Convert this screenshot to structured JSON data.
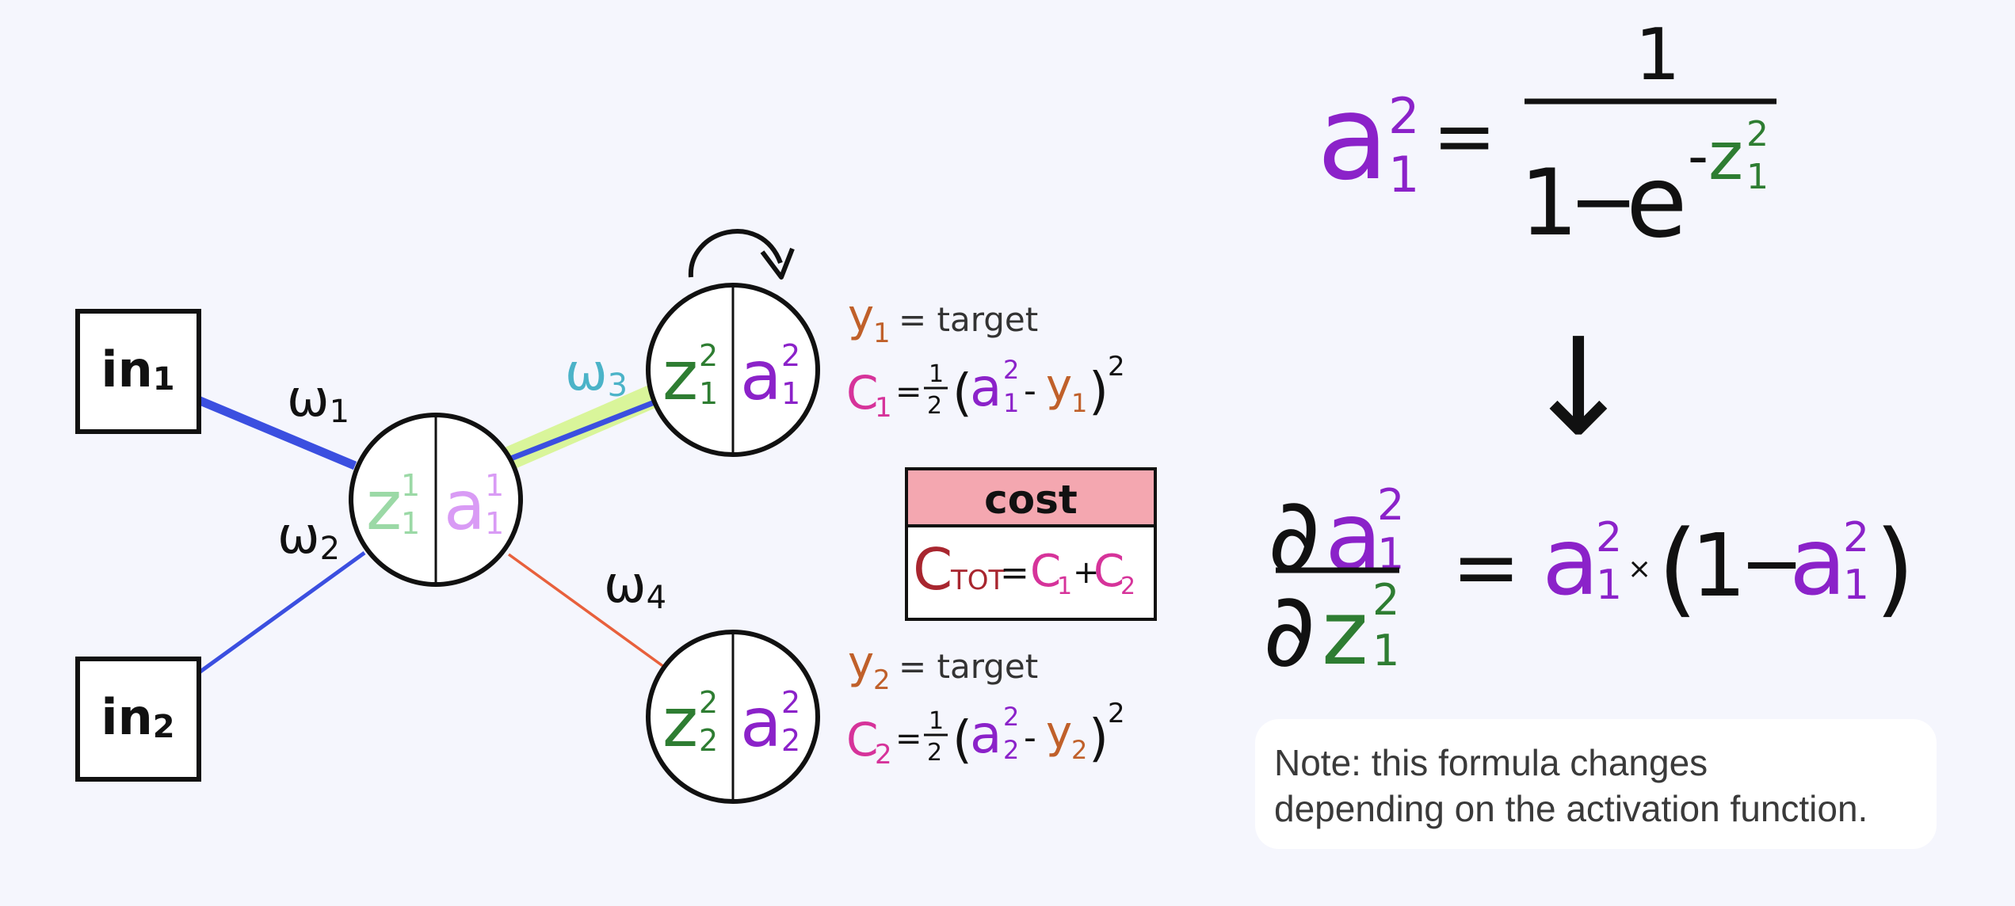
{
  "colors": {
    "background": "#f5f6fd",
    "ink": "#111111",
    "z_layer1": "#9bd9a6",
    "a_layer1": "#d99bf5",
    "z_layer2": "#2e7d32",
    "a_layer2": "#8b22c9",
    "target": "#c0602a",
    "cost_term": "#d6339a",
    "cost_header": "#f4a7b0",
    "cost_total": "#a8262f",
    "edge_blue": "#3b4fe0",
    "edge_orange": "#e8603c",
    "edge_highlight": "#d9f59a",
    "w3_label": "#4bb3c8",
    "note_bg": "#ffffff"
  },
  "inputs": [
    {
      "id": "in1",
      "label": "in",
      "sub": "1"
    },
    {
      "id": "in2",
      "label": "in",
      "sub": "2"
    }
  ],
  "weights": [
    {
      "id": "w1",
      "label": "ω",
      "sub": "1"
    },
    {
      "id": "w2",
      "label": "ω",
      "sub": "2"
    },
    {
      "id": "w3",
      "label": "ω",
      "sub": "3"
    },
    {
      "id": "w4",
      "label": "ω",
      "sub": "4"
    }
  ],
  "neurons": {
    "hidden": {
      "z": "z",
      "z_sup": "1",
      "z_sub": "1",
      "a": "a",
      "a_sup": "1",
      "a_sub": "1"
    },
    "out1": {
      "z": "z",
      "z_sup": "2",
      "z_sub": "1",
      "a": "a",
      "a_sup": "2",
      "a_sub": "1"
    },
    "out2": {
      "z": "z",
      "z_sup": "2",
      "z_sub": "2",
      "a": "a",
      "a_sup": "2",
      "a_sub": "2"
    }
  },
  "targets": [
    {
      "y": "y",
      "sub": "1",
      "text": "= target"
    },
    {
      "y": "y",
      "sub": "2",
      "text": "= target"
    }
  ],
  "costs": [
    {
      "c": "C",
      "sub": "1",
      "eq": "=",
      "half_num": "1",
      "half_den": "2",
      "open": "(",
      "a": "a",
      "a_sup": "2",
      "a_sub": "1",
      "minus": "-",
      "y": "y",
      "y_sub": "1",
      "close": ")",
      "pow": "2"
    },
    {
      "c": "C",
      "sub": "2",
      "eq": "=",
      "half_num": "1",
      "half_den": "2",
      "open": "(",
      "a": "a",
      "a_sup": "2",
      "a_sub": "2",
      "minus": "-",
      "y": "y",
      "y_sub": "2",
      "close": ")",
      "pow": "2"
    }
  ],
  "cost_box": {
    "header": "cost",
    "total_c": "C",
    "total_sub": "TOT",
    "eq": "=",
    "c1": "C",
    "c1_sub": "1",
    "plus": "+",
    "c2": "C",
    "c2_sub": "2"
  },
  "formula_sigmoid": {
    "a": "a",
    "a_sup": "2",
    "a_sub": "1",
    "eq": "=",
    "numerator": "1",
    "den_one": "1",
    "den_minus": "−",
    "den_e": "e",
    "exp_minus": "-",
    "exp_z": "z",
    "exp_z_sup": "2",
    "exp_z_sub": "1"
  },
  "arrow_down": "↓",
  "formula_derivative": {
    "partial": "∂",
    "num_a": "a",
    "num_a_sup": "2",
    "num_a_sub": "1",
    "den_z": "z",
    "den_z_sup": "2",
    "den_z_sub": "1",
    "eq": "=",
    "a": "a",
    "a_sup": "2",
    "a_sub": "1",
    "times": "×",
    "open": "(",
    "one": "1",
    "minus": "−",
    "a2": "a",
    "a2_sup": "2",
    "a2_sub": "1",
    "close": ")"
  },
  "note": {
    "line1": "Note: this formula changes",
    "line2": "depending on the activation function."
  }
}
